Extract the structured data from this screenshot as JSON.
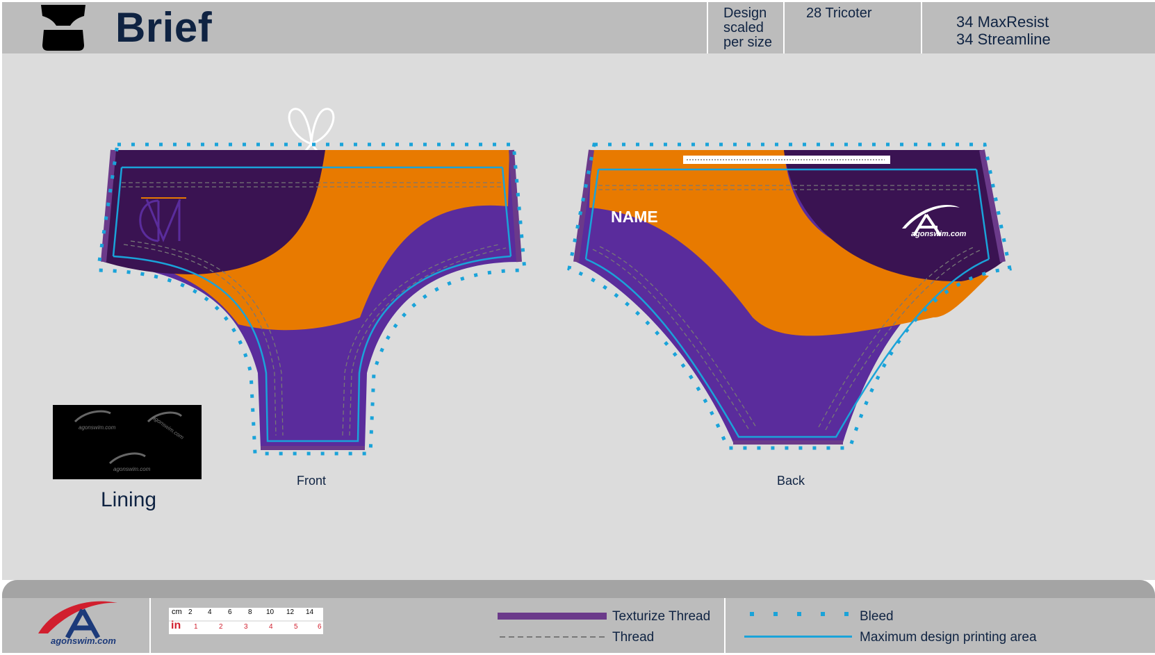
{
  "header": {
    "title": "Brief",
    "design_note": [
      "Design",
      "scaled",
      "per size"
    ],
    "fabric": "28 Tricoter",
    "materials": [
      "34 MaxResist",
      "34 Streamline"
    ]
  },
  "views": {
    "front_label": "Front",
    "back_label": "Back",
    "name_placeholder": "NAME",
    "back_logo_text": "agonswim.com"
  },
  "lining": {
    "label": "Lining",
    "logo_text": "agonswim.com"
  },
  "footer": {
    "brand": "agonswim.com",
    "ruler": {
      "cm_label": "cm",
      "in_label": "in",
      "cm_ticks": [
        "2",
        "4",
        "6",
        "8",
        "10",
        "12",
        "14"
      ],
      "in_ticks": [
        "1",
        "2",
        "3",
        "4",
        "5",
        "6"
      ]
    },
    "legend": {
      "texturize_thread": "Texturize Thread",
      "thread": "Thread",
      "bleed": "Bleed",
      "max_print": "Maximum design printing area"
    }
  },
  "colors": {
    "orange": "#e87a00",
    "dark_purple": "#3a1352",
    "purple": "#5a2c9c",
    "cyan": "#1aa3d9",
    "navy": "#0f2342",
    "brand_red": "#d11f2e"
  }
}
